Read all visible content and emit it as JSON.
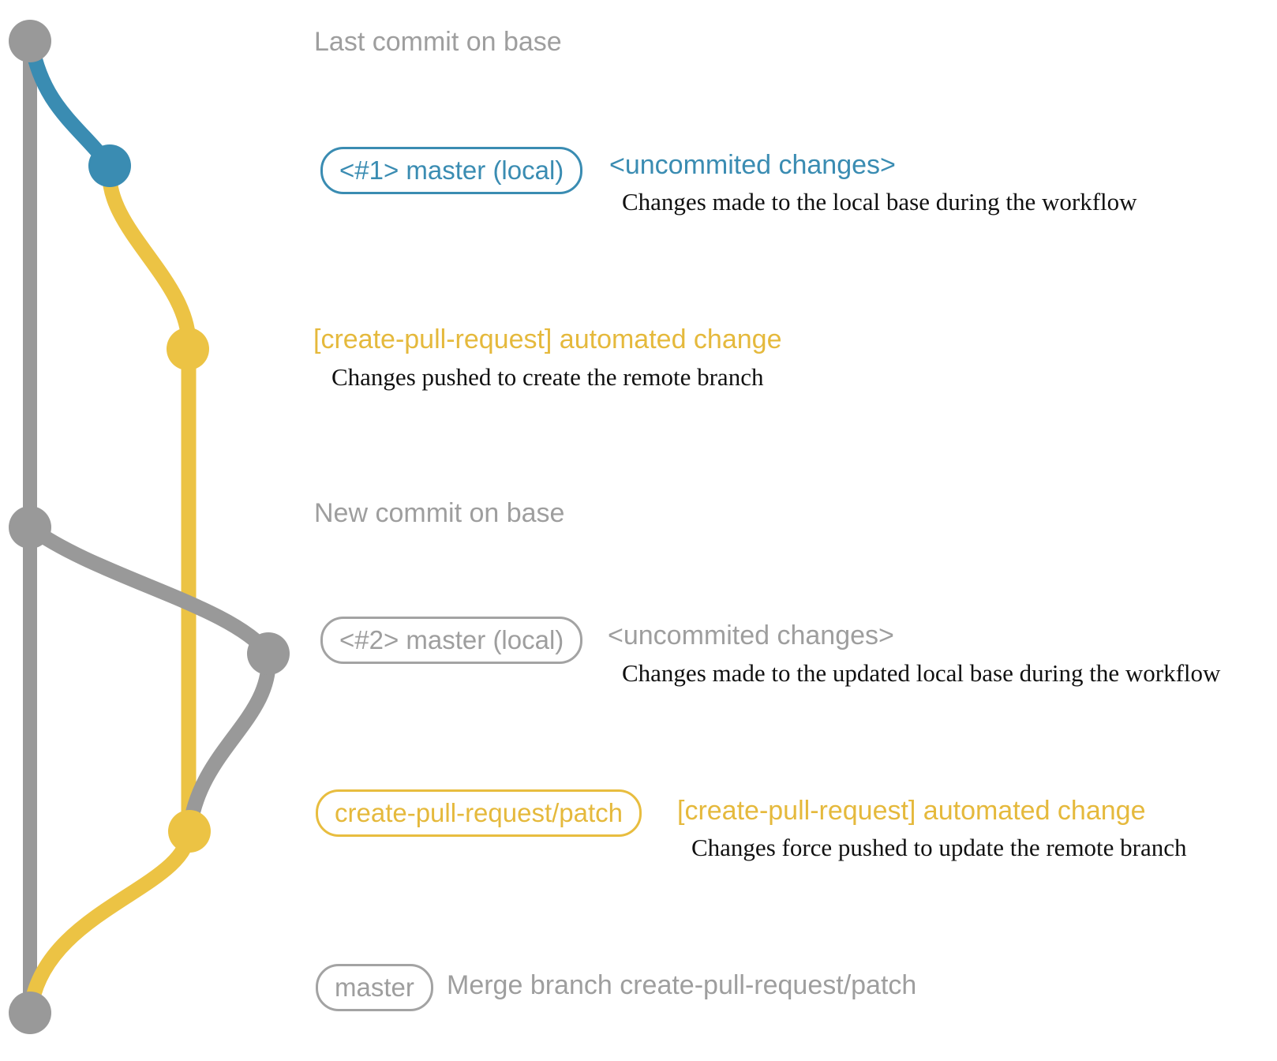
{
  "colors": {
    "branch_gray": "#999999",
    "branch_blue": "#3a8cb2",
    "branch_yellow": "#ecc344",
    "label_gray": "#9e9e9e",
    "description_black": "#111111"
  },
  "rows": {
    "last_commit": {
      "label": "Last commit on base"
    },
    "local_change_1": {
      "pill": "<#1> master (local)",
      "annotation": "<uncommited changes>",
      "description": "Changes made to the local base during the workflow"
    },
    "automated_change_1": {
      "annotation": "[create-pull-request] automated change",
      "description": "Changes pushed to create the remote branch"
    },
    "new_commit": {
      "label": "New commit on base"
    },
    "local_change_2": {
      "pill": "<#2> master (local)",
      "annotation": "<uncommited changes>",
      "description": "Changes made to the updated local base during the workflow"
    },
    "automated_change_2": {
      "pill": "create-pull-request/patch",
      "annotation": "[create-pull-request] automated change",
      "description": "Changes force pushed to update the remote branch"
    },
    "merge": {
      "pill": "master",
      "label": "Merge branch create-pull-request/patch"
    }
  },
  "graph": {
    "nodes": [
      {
        "id": "last-commit-on-base",
        "color": "gray"
      },
      {
        "id": "local-commit-1",
        "color": "blue"
      },
      {
        "id": "patch-branch-commit-1",
        "color": "yellow"
      },
      {
        "id": "new-commit-on-base",
        "color": "gray"
      },
      {
        "id": "local-commit-2",
        "color": "gray"
      },
      {
        "id": "patch-branch-commit-2",
        "color": "yellow"
      },
      {
        "id": "merge-commit",
        "color": "gray"
      }
    ]
  }
}
